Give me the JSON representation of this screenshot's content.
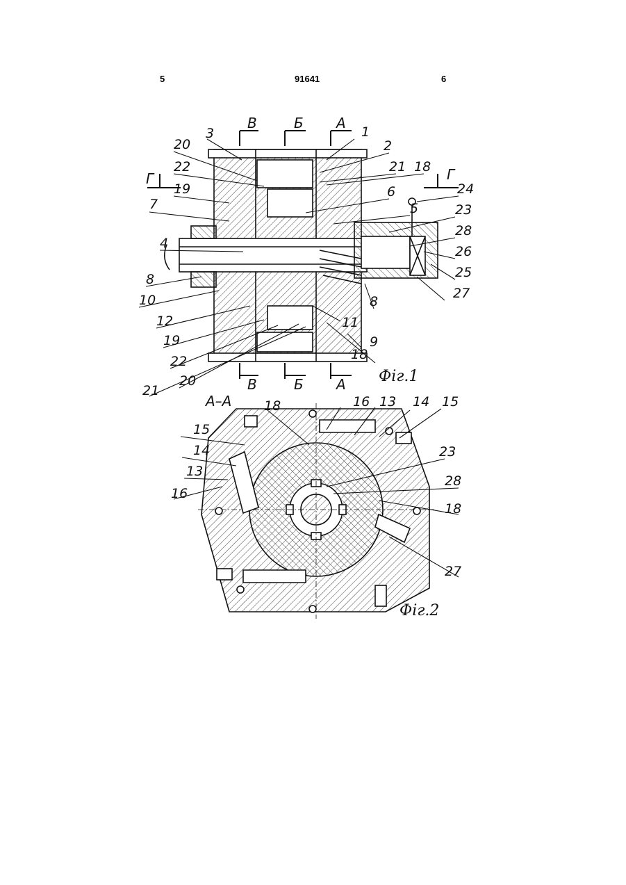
{
  "header": {
    "page_left": "5",
    "patent_number": "91641",
    "page_right": "6"
  },
  "figure1": {
    "caption": "Фіг.1",
    "section_marks": [
      "В",
      "Б",
      "А",
      "Г"
    ],
    "labels": [
      "1",
      "2",
      "3",
      "20",
      "22",
      "19",
      "7",
      "4",
      "8",
      "10",
      "12",
      "19",
      "22",
      "20",
      "21",
      "21",
      "18",
      "6",
      "5",
      "24",
      "23",
      "28",
      "26",
      "25",
      "27",
      "8",
      "11",
      "9",
      "18"
    ]
  },
  "figure2": {
    "caption": "Фіг.2",
    "section_title": "А–А",
    "labels": [
      "18",
      "16",
      "13",
      "14",
      "15",
      "15",
      "14",
      "13",
      "16",
      "23",
      "28",
      "18",
      "27"
    ]
  }
}
